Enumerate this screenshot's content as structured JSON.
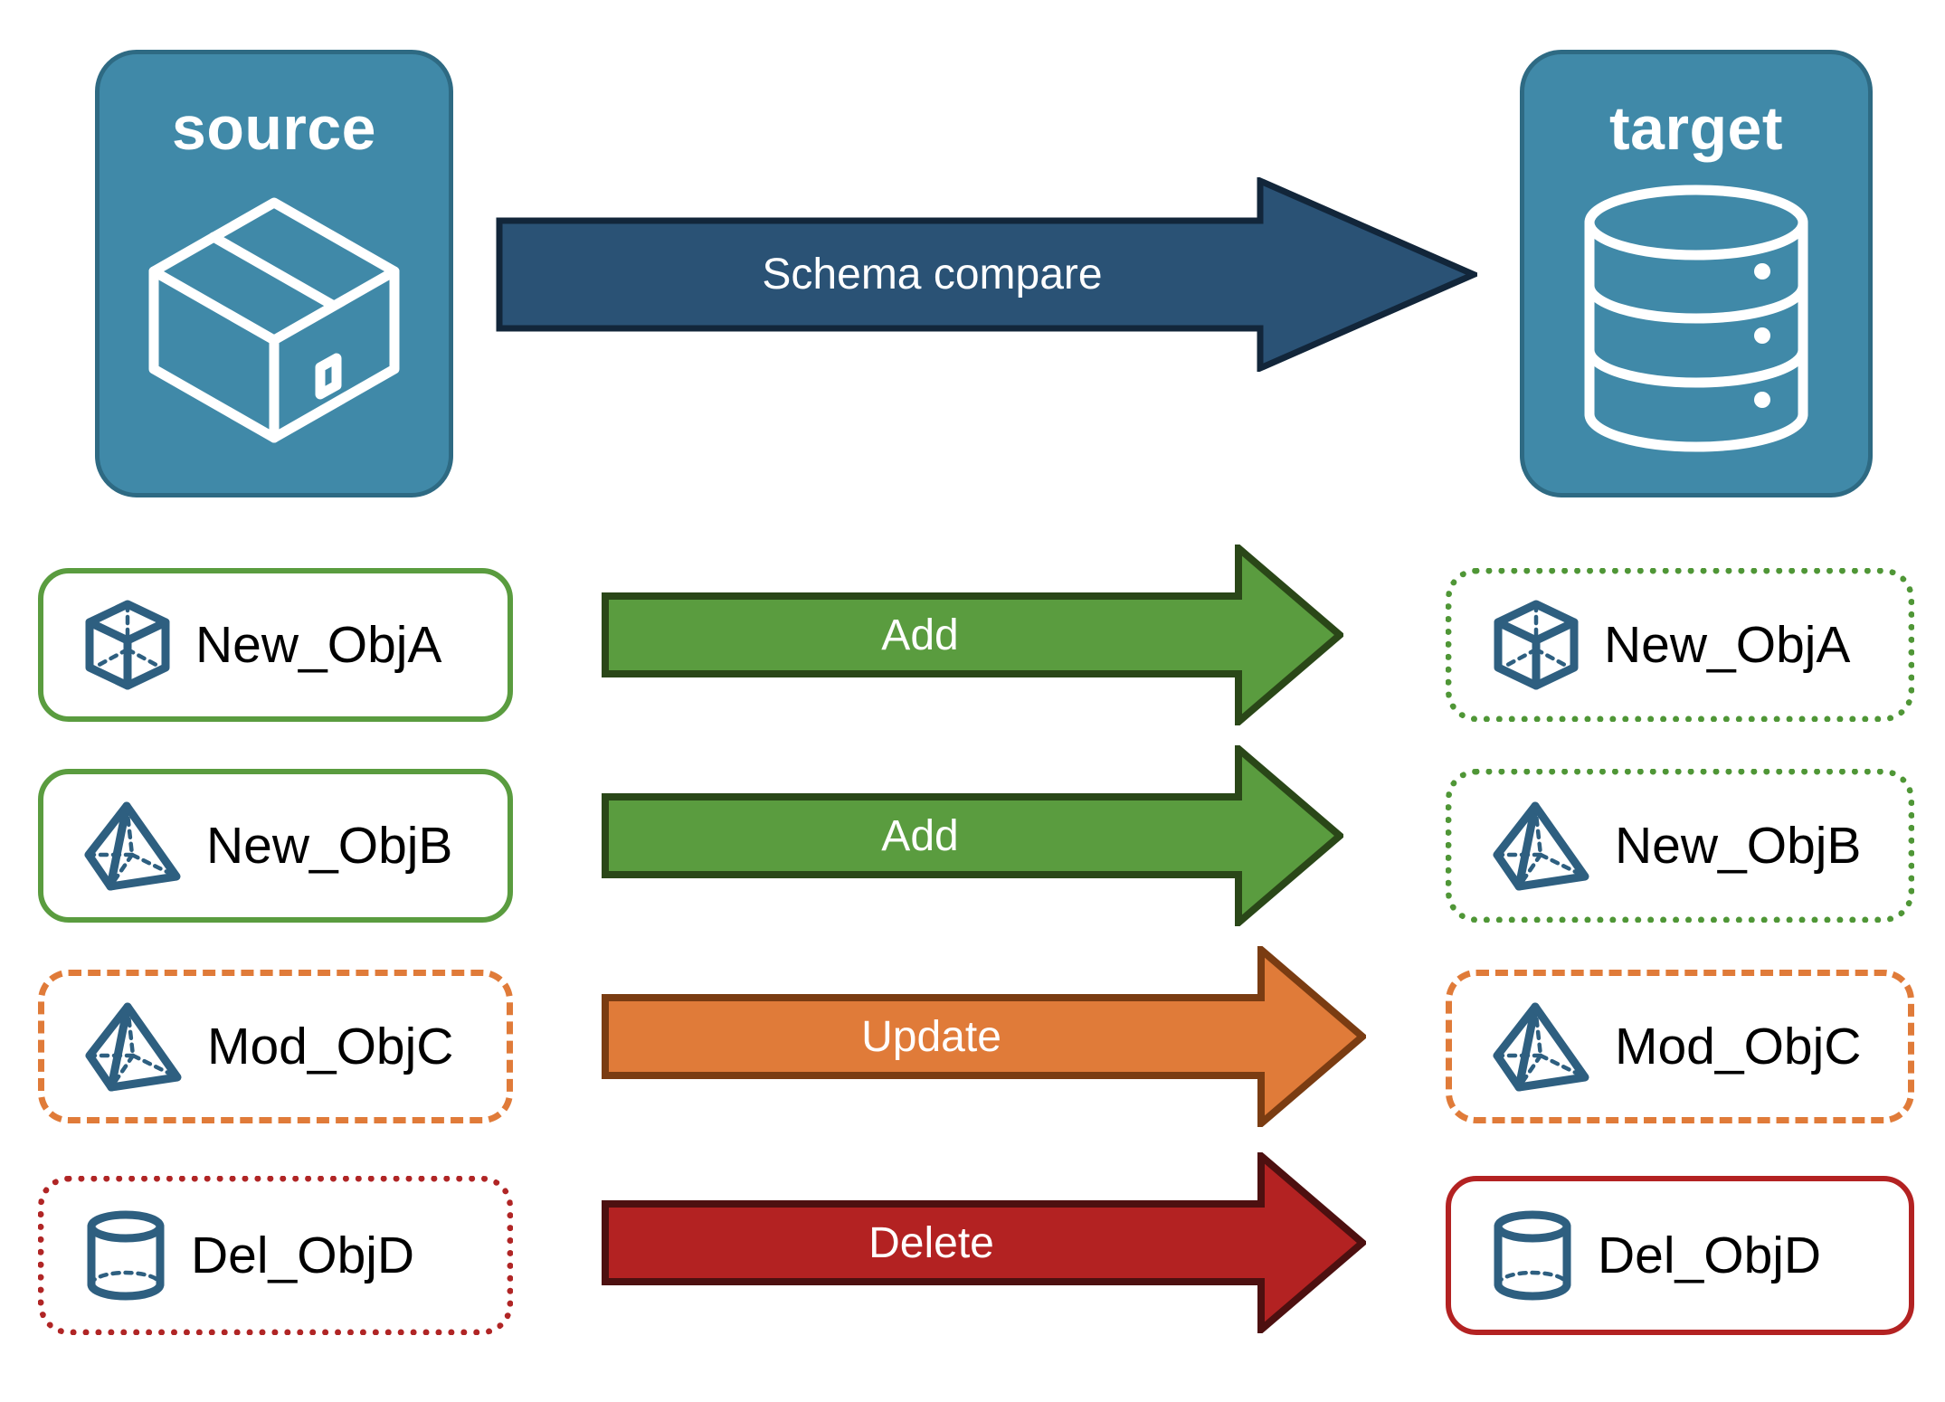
{
  "diagram": {
    "title_source": "source",
    "title_target": "target",
    "main_arrow_label": "Schema compare"
  },
  "colors": {
    "endpoint_fill": "#4089a8",
    "endpoint_border": "#2e6a83",
    "main_arrow_fill": "#2a5275",
    "main_arrow_border": "#12263a",
    "add_fill": "#5a9c3f",
    "add_border": "#2a4718",
    "update_fill": "#e07b39",
    "update_border": "#7a3c12",
    "delete_fill": "#b32222",
    "delete_border": "#4d1010",
    "object_icon": "#2e5f80",
    "label_text": "#000000"
  },
  "rows": [
    {
      "source": {
        "label": "New_ObjA",
        "icon": "cube-wireframe-icon",
        "border_style": "solid",
        "border_color": "#5a9c3f"
      },
      "action": {
        "label": "Add",
        "fill": "#5a9c3f",
        "border": "#2a4718"
      },
      "target": {
        "label": "New_ObjA",
        "icon": "cube-wireframe-icon",
        "border_style": "dotted",
        "border_color": "#4f9636"
      }
    },
    {
      "source": {
        "label": "New_ObjB",
        "icon": "pyramid-wireframe-icon",
        "border_style": "solid",
        "border_color": "#5a9c3f"
      },
      "action": {
        "label": "Add",
        "fill": "#5a9c3f",
        "border": "#2a4718"
      },
      "target": {
        "label": "New_ObjB",
        "icon": "pyramid-wireframe-icon",
        "border_style": "dotted",
        "border_color": "#4f9636"
      }
    },
    {
      "source": {
        "label": "Mod_ObjC",
        "icon": "pyramid-wireframe-icon",
        "border_style": "dashed",
        "border_color": "#e07b39"
      },
      "action": {
        "label": "Update",
        "fill": "#e07b39",
        "border": "#7a3c12"
      },
      "target": {
        "label": "Mod_ObjC",
        "icon": "pyramid-wireframe-icon",
        "border_style": "dashed",
        "border_color": "#e07b39"
      }
    },
    {
      "source": {
        "label": "Del_ObjD",
        "icon": "cylinder-wireframe-icon",
        "border_style": "dotted",
        "border_color": "#b02525"
      },
      "action": {
        "label": "Delete",
        "fill": "#b32222",
        "border": "#4d1010"
      },
      "target": {
        "label": "Del_ObjD",
        "icon": "cylinder-wireframe-icon",
        "border_style": "solid",
        "border_color": "#b32222"
      }
    }
  ]
}
